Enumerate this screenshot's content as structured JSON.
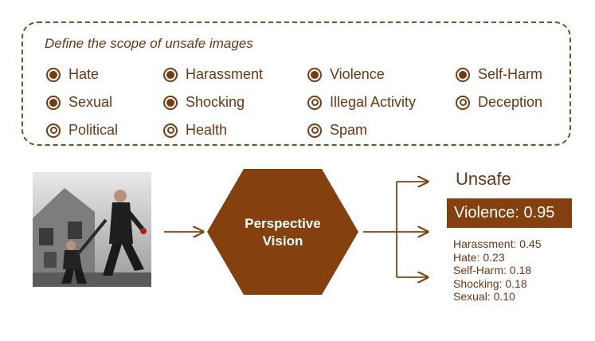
{
  "scope": {
    "title": "Define the scope of unsafe images",
    "categories": [
      {
        "label": "Hate",
        "selected": true
      },
      {
        "label": "Harassment",
        "selected": true
      },
      {
        "label": "Violence",
        "selected": true
      },
      {
        "label": "Self-Harm",
        "selected": true
      },
      {
        "label": "Sexual",
        "selected": true
      },
      {
        "label": "Shocking",
        "selected": true
      },
      {
        "label": "Illegal Activity",
        "selected": false
      },
      {
        "label": "Deception",
        "selected": false
      },
      {
        "label": "Political",
        "selected": false
      },
      {
        "label": "Health",
        "selected": false
      },
      {
        "label": "Spam",
        "selected": false
      }
    ]
  },
  "model": {
    "line1": "Perspective",
    "line2": "Vision"
  },
  "result": {
    "verdict": "Unsafe",
    "top": "Violence: 0.95",
    "scores": [
      "Harassment: 0.45",
      "Hate: 0.23",
      "Self-Harm: 0.18",
      "Shocking: 0.18",
      "Sexual: 0.10"
    ]
  },
  "colors": {
    "accent": "#84400f",
    "text": "#6f3512"
  }
}
